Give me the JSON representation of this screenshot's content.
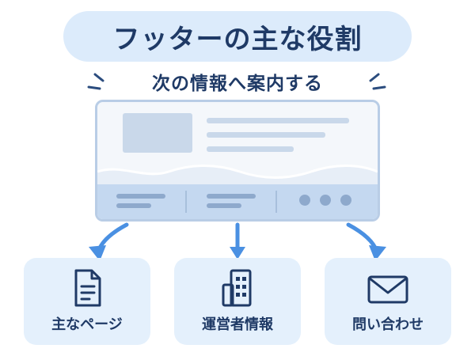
{
  "title": "フッターの主な役割",
  "subtitle": "次の情報へ案内する",
  "cards": [
    {
      "label": "主なページ",
      "icon": "document-icon"
    },
    {
      "label": "運営者情報",
      "icon": "building-icon"
    },
    {
      "label": "問い合わせ",
      "icon": "envelope-icon"
    }
  ],
  "colors": {
    "primary": "#1f3a66",
    "accent": "#4a90e2",
    "pill": "#dcebfb",
    "card": "#e4f0fc"
  }
}
